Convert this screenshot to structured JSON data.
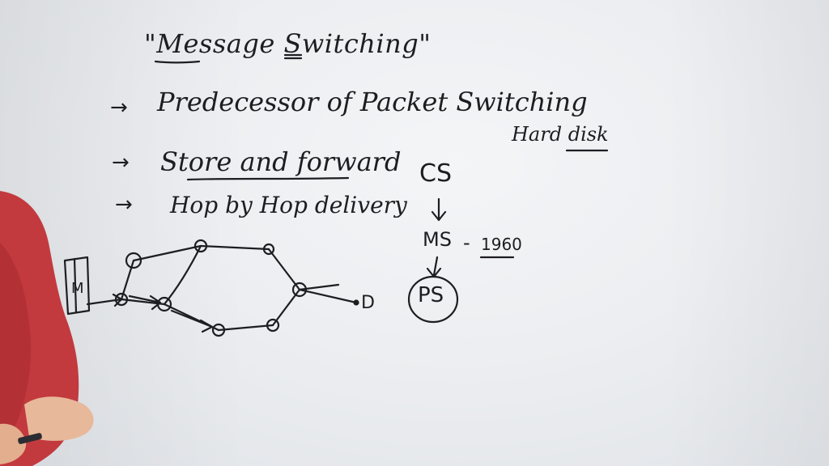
{
  "whiteboard": {
    "title": "\"Message Switching\"",
    "bullet_arrow": "→",
    "bullets": [
      "Predecessor of Packet Switching",
      "Store and forward",
      "Hop by Hop delivery"
    ],
    "side_note": "Hard disk",
    "evolution": {
      "circuit_switching": "CS",
      "message_switching": "MS",
      "dash": "-",
      "year": "1960",
      "packet_switching": "PS"
    },
    "diagram": {
      "message_label": "M",
      "destination_label": "D"
    }
  },
  "colors": {
    "ink": "#1d1d22",
    "board": "#eceef1",
    "sweater": "#c23a3e",
    "skin": "#e8b89a"
  }
}
